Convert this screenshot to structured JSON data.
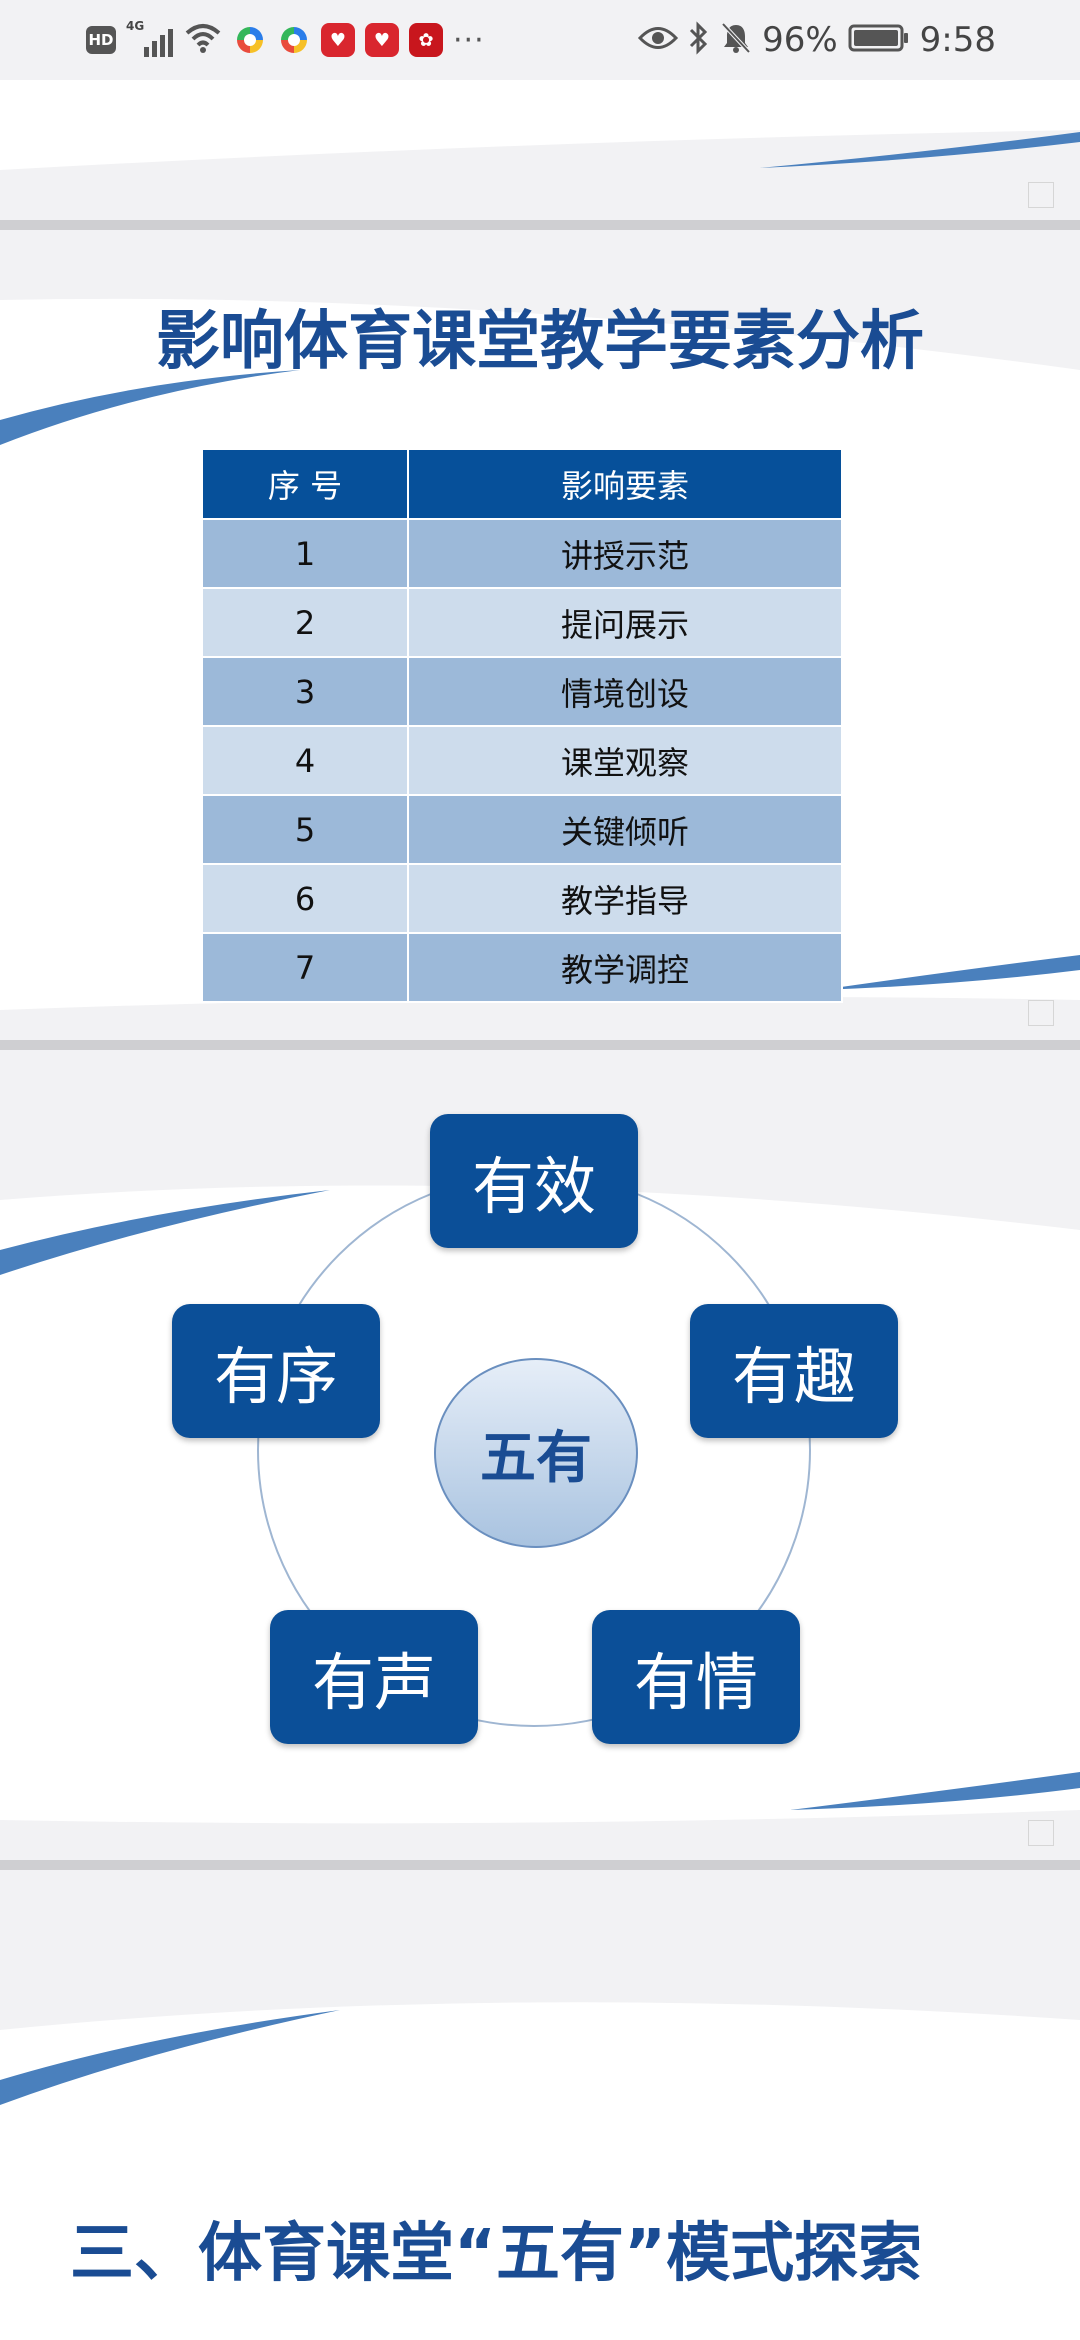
{
  "status_bar": {
    "hd": "HD",
    "network": "4G",
    "battery": "96%",
    "time": "9:58",
    "more": "···",
    "icons": [
      "hd-icon",
      "signal-icon",
      "wifi-icon",
      "app-icon",
      "app-icon",
      "app-icon",
      "app-icon",
      "app-icon",
      "eye-icon",
      "bluetooth-icon",
      "bell-off-icon",
      "battery-icon"
    ]
  },
  "slide_factors": {
    "title": "影响体育课堂教学要素分析",
    "headers": [
      "序 号",
      "影响要素"
    ],
    "rows": [
      {
        "no": "1",
        "factor": "讲授示范"
      },
      {
        "no": "2",
        "factor": "提问展示"
      },
      {
        "no": "3",
        "factor": "情境创设"
      },
      {
        "no": "4",
        "factor": "课堂观察"
      },
      {
        "no": "5",
        "factor": "关键倾听"
      },
      {
        "no": "6",
        "factor": "教学指导"
      },
      {
        "no": "7",
        "factor": "教学调控"
      }
    ]
  },
  "slide_wuyou": {
    "center": "五有",
    "nodes": [
      "有效",
      "有趣",
      "有情",
      "有声",
      "有序"
    ]
  },
  "slide_section": {
    "title": "三、体育课堂“五有”模式探索"
  },
  "colors": {
    "accent": "#1a4c93",
    "header": "#06509a",
    "row_dark": "#9cb9d9",
    "row_light": "#cddcec"
  }
}
